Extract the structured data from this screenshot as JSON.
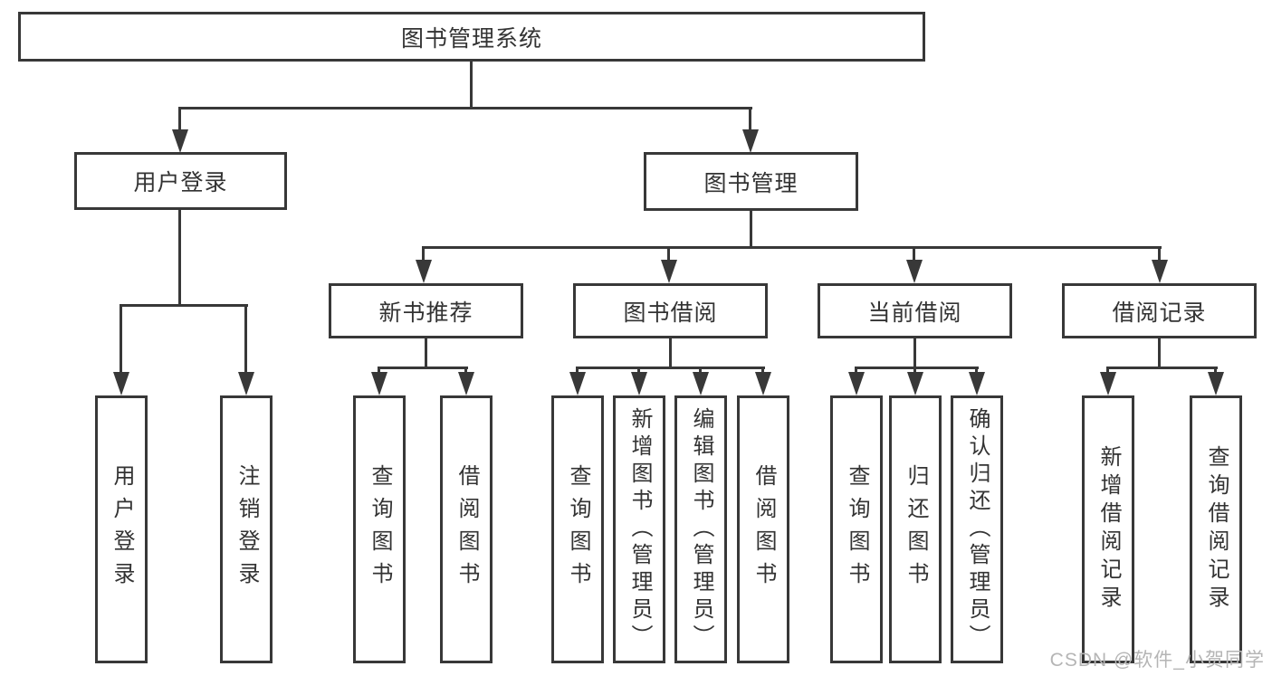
{
  "tree": {
    "label": "图书管理系统",
    "children": [
      {
        "label": "用户登录",
        "children": [
          {
            "label": "用户登录"
          },
          {
            "label": "注销登录"
          }
        ]
      },
      {
        "label": "图书管理",
        "children": [
          {
            "label": "新书推荐",
            "children": [
              {
                "label": "查询图书"
              },
              {
                "label": "借阅图书"
              }
            ]
          },
          {
            "label": "图书借阅",
            "children": [
              {
                "label": "查询图书"
              },
              {
                "label": "新增图书（管理员）"
              },
              {
                "label": "编辑图书（管理员）"
              },
              {
                "label": "借阅图书"
              }
            ]
          },
          {
            "label": "当前借阅",
            "children": [
              {
                "label": "查询图书"
              },
              {
                "label": "归还图书"
              },
              {
                "label": "确认归还（管理员）"
              }
            ]
          },
          {
            "label": "借阅记录",
            "children": [
              {
                "label": "新增借阅记录"
              },
              {
                "label": "查询借阅记录"
              }
            ]
          }
        ]
      }
    ]
  },
  "watermark": {
    "text": "CSDN @软件_小贺同学"
  },
  "colors": {
    "line": "#383838",
    "text": "#333333",
    "watermark": "#b5b5b5",
    "background": "#ffffff"
  }
}
